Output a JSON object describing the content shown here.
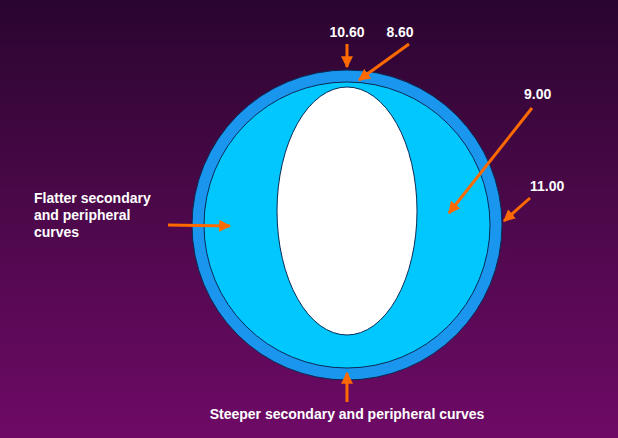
{
  "diagram": {
    "labels": [
      "10.60",
      "8.60",
      "9.00",
      "11.00",
      "Flatter secondary and peripheral curves",
      "Steeper secondary and peripheral curves"
    ]
  }
}
